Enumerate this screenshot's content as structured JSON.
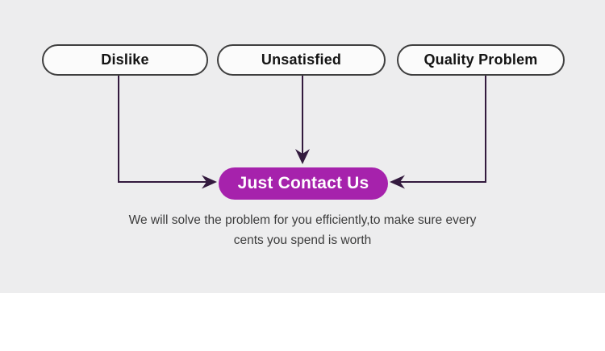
{
  "diagram": {
    "sources": [
      {
        "label": "Dislike"
      },
      {
        "label": "Unsatisfied"
      },
      {
        "label": "Quality Problem"
      }
    ],
    "target": {
      "label": "Just Contact Us"
    },
    "caption_line1": "We will solve the problem for you efficiently,to make sure every",
    "caption_line2": "cents you spend is worth",
    "colors": {
      "background": "#ededee",
      "pill_fill": "#fbfbfb",
      "pill_border": "#3f3f3f",
      "button_fill": "#a622ac",
      "button_text": "#ffffff",
      "connector": "#331a3e",
      "caption_text": "#3c3c3c"
    }
  }
}
